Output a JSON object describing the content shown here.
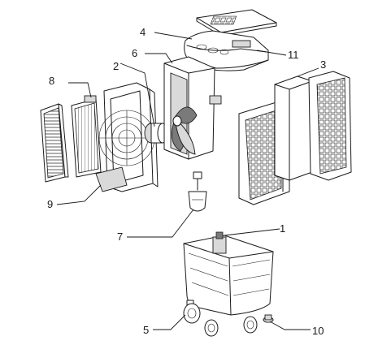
{
  "callouts": [
    {
      "id": "1",
      "label": "1"
    },
    {
      "id": "2",
      "label": "2"
    },
    {
      "id": "3",
      "label": "3"
    },
    {
      "id": "4",
      "label": "4"
    },
    {
      "id": "5",
      "label": "5"
    },
    {
      "id": "6",
      "label": "6"
    },
    {
      "id": "7",
      "label": "7"
    },
    {
      "id": "8",
      "label": "8"
    },
    {
      "id": "9",
      "label": "9"
    },
    {
      "id": "10",
      "label": "10"
    },
    {
      "id": "11",
      "label": "11"
    }
  ],
  "colors": {
    "line": "#1a1a1a",
    "background": "#ffffff",
    "shade": "#d9d9d9"
  }
}
